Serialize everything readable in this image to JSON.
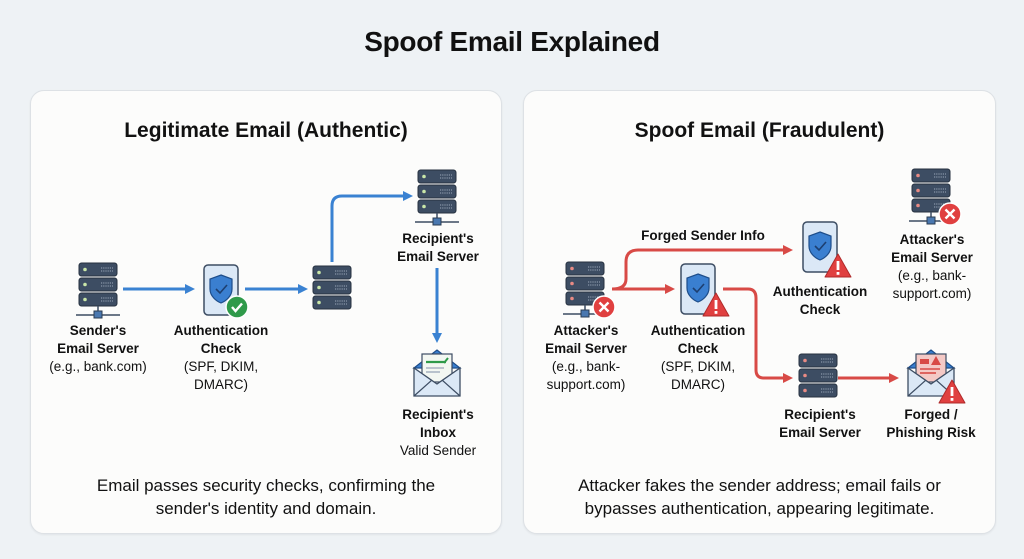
{
  "title": "Spoof Email Explained",
  "colors": {
    "legit_arrow": "#3a82d2",
    "spoof_arrow": "#d84a46",
    "server": "#3d4d63",
    "success": "#2f9a4a",
    "danger": "#e04040",
    "shield": "#3a7fd0"
  },
  "legitimate": {
    "title": "Legitimate Email (Authentic)",
    "nodes": {
      "sender": {
        "line1": "Sender's",
        "line2": "Email Server",
        "sub": "(e.g., bank.com)",
        "icon": "server-icon"
      },
      "auth": {
        "line1": "Authentication",
        "line2": "Check",
        "sub1": "(SPF, DKIM,",
        "sub2": "DMARC)",
        "icon": "shield-check-icon",
        "badge": "check-badge-icon"
      },
      "relay": {
        "icon": "server-icon"
      },
      "recipient_server": {
        "line1": "Recipient's",
        "line2": "Email Server",
        "icon": "server-icon"
      },
      "inbox": {
        "line1": "Recipient's",
        "line2": "Inbox",
        "sub": "Valid Sender",
        "icon": "open-envelope-icon"
      }
    },
    "description_line1": "Email passes security checks, confirming the",
    "description_line2": "sender's identity and domain."
  },
  "spoof": {
    "title": "Spoof Email (Fraudulent)",
    "forged_label": "Forged Sender Info",
    "nodes": {
      "attacker": {
        "line1": "Attacker's",
        "line2": "Email Server",
        "sub1": "(e.g., bank-",
        "sub2": "support.com)",
        "icon": "server-icon",
        "badge": "x-badge-icon"
      },
      "auth": {
        "line1": "Authentication",
        "line2": "Check",
        "sub1": "(SPF, DKIM,",
        "sub2": "DMARC)",
        "icon": "shield-check-icon",
        "badge": "warning-icon"
      },
      "auth2": {
        "line1": "Authentication",
        "line2": "Check",
        "icon": "shield-check-icon",
        "badge": "warning-icon"
      },
      "attacker2": {
        "line1": "Attacker's",
        "line2": "Email Server",
        "sub1": "(e.g., bank-",
        "sub2": "support.com)",
        "icon": "server-icon",
        "badge": "x-badge-icon"
      },
      "recipient_server": {
        "line1": "Recipient's",
        "line2": "Email Server",
        "icon": "server-icon"
      },
      "phishing": {
        "line1": "Forged /",
        "line2": "Phishing Risk",
        "icon": "phishing-envelope-icon",
        "badge": "warning-icon"
      }
    },
    "description_line1": "Attacker fakes the sender address; email fails or",
    "description_line2": "bypasses authentication, appearing legitimate."
  }
}
